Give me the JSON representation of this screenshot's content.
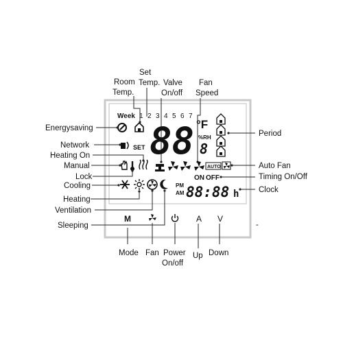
{
  "labels": {
    "room_temp_1": "Room",
    "room_temp_2": "Temp.",
    "set_temp_1": "Set",
    "set_temp_2": "Temp.",
    "valve_1": "Valve",
    "valve_2": "On/off",
    "fan_speed_1": "Fan",
    "fan_speed_2": "Speed",
    "energysaving": "Energysaving",
    "network": "Network",
    "heating_on": "Heating On",
    "manual": "Manual",
    "lock": "Lock",
    "cooling": "Cooling",
    "heating": "Heating",
    "ventilation": "Ventilation",
    "sleeping": "Sleeping",
    "period": "Period",
    "auto_fan": "Auto Fan",
    "timing": "Timing On/Off",
    "clock": "Clock",
    "mode": "Mode",
    "fan": "Fan",
    "power_1": "Power",
    "power_2": "On/off",
    "up": "Up",
    "down": "Down"
  },
  "display": {
    "week_label": "Week",
    "days": [
      "1",
      "2",
      "3",
      "4",
      "5",
      "6",
      "7"
    ],
    "big_digits": "88",
    "set_label": "SET",
    "unit": "°F",
    "rh_label": "%RH",
    "small_digit": "8",
    "auto_label": "AUTO",
    "on_label": "ON",
    "off_label": "OFF",
    "pm_label": "PM",
    "am_label": "AM",
    "clock_digits": "88:88",
    "h_label": "h"
  },
  "icons": {
    "energysaving": "leaf-icon",
    "room_temp": "house-icon",
    "network": "network-icon",
    "manual": "hand-icon",
    "lock": "lock-icon",
    "heating_on": "heat-waves-icon",
    "valve": "valve-icon",
    "fan_speed": "fan-icon",
    "period": "house-period-icon",
    "cooling": "snowflake-icon",
    "heating": "sun-icon",
    "ventilation": "fan-icon",
    "sleeping": "moon-icon",
    "mode_button": "M",
    "fan_button": "fan-icon",
    "power_button": "power-icon",
    "up_button": "A",
    "down_button": "V"
  }
}
